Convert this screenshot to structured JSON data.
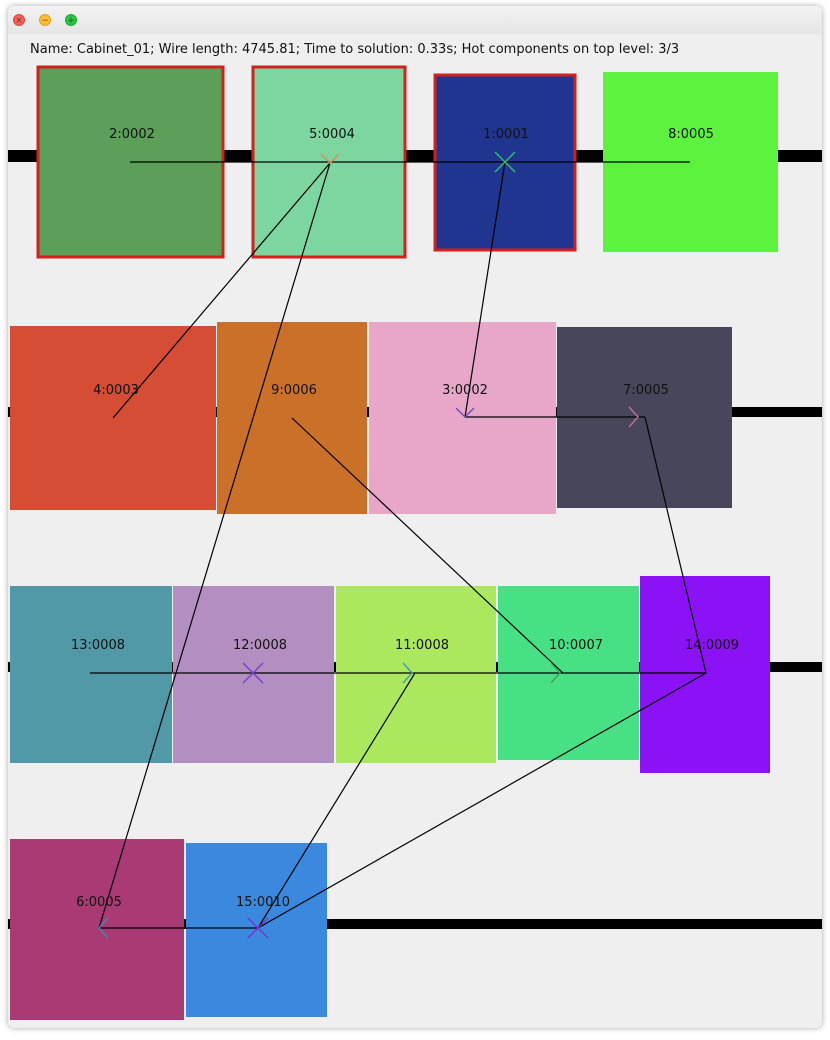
{
  "window": {
    "controls": {
      "close": "×",
      "minimize": "−",
      "maximize": "+"
    },
    "info_text": "Name: Cabinet_01; Wire length: 4745.81; Time to solution: 0.33s; Hot components on top level: 3/3"
  },
  "components": [
    {
      "id": "2:0002",
      "color": "#5b9f59",
      "hot": true
    },
    {
      "id": "5:0004",
      "color": "#7dd6a0",
      "hot": true
    },
    {
      "id": "1:0001",
      "color": "#20358f",
      "hot": true
    },
    {
      "id": "8:0005",
      "color": "#5cf23d",
      "hot": false
    },
    {
      "id": "4:0003",
      "color": "#d64d36",
      "hot": false
    },
    {
      "id": "9:0006",
      "color": "#cb7029",
      "hot": false
    },
    {
      "id": "3:0002",
      "color": "#e8a7c8",
      "hot": false
    },
    {
      "id": "7:0005",
      "color": "#47465b",
      "hot": false
    },
    {
      "id": "13:0008",
      "color": "#5299a8",
      "hot": false
    },
    {
      "id": "12:0008",
      "color": "#b38fc1",
      "hot": false
    },
    {
      "id": "11:0008",
      "color": "#abe85e",
      "hot": false
    },
    {
      "id": "10:0007",
      "color": "#48e085",
      "hot": false
    },
    {
      "id": "14:0009",
      "color": "#8b12f5",
      "hot": false
    },
    {
      "id": "6:0005",
      "color": "#aa3a73",
      "hot": false
    },
    {
      "id": "15:0010",
      "color": "#3a89df",
      "hot": false
    }
  ],
  "colors": {
    "window_background": "#efefef",
    "rail": "#000000",
    "wire": "#000000",
    "hot_border": "#d21f1f"
  }
}
